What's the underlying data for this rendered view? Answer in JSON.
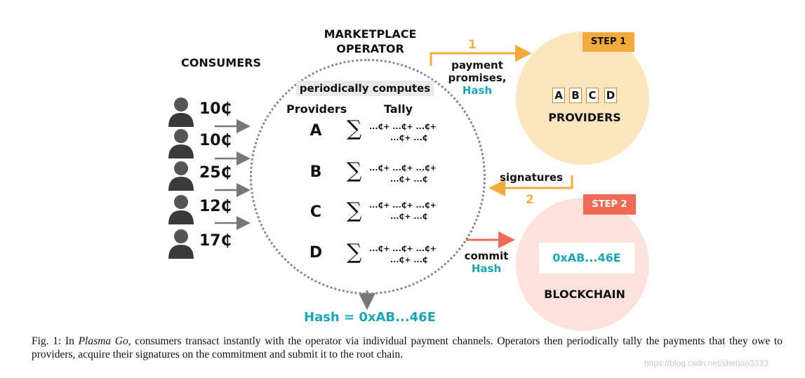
{
  "operator_title": [
    "MARKETPLACE",
    "OPERATOR"
  ],
  "consumers_title": "CONSUMERS",
  "consumers": [
    {
      "amount": "10₵"
    },
    {
      "amount": "10₵"
    },
    {
      "amount": "25₵"
    },
    {
      "amount": "12₵"
    },
    {
      "amount": "17₵"
    }
  ],
  "computes_label": "periodically computes",
  "columns": {
    "providers": "Providers",
    "tally": "Tally"
  },
  "provider_rows": [
    {
      "letter": "A",
      "sigma": "∑",
      "tally_line1": "...₵+ ...₵+ ...₵+",
      "tally_line2": "...₵+ ...₵"
    },
    {
      "letter": "B",
      "sigma": "∑",
      "tally_line1": "...₵+ ...₵+ ...₵+",
      "tally_line2": "...₵+ ...₵"
    },
    {
      "letter": "C",
      "sigma": "∑",
      "tally_line1": "...₵+ ...₵+ ...₵+",
      "tally_line2": "...₵+ ...₵"
    },
    {
      "letter": "D",
      "sigma": "∑",
      "tally_line1": "...₵+ ...₵+ ...₵+",
      "tally_line2": "...₵+ ...₵"
    }
  ],
  "hash_result": "Hash = 0xAB...46E",
  "step1": {
    "badge": "STEP 1",
    "number": "1",
    "label_line1": "payment",
    "label_line2": "promises,",
    "label_line3": "Hash"
  },
  "providers_box": {
    "letters": [
      "A",
      "B",
      "C",
      "D"
    ],
    "label": "PROVIDERS"
  },
  "step2": {
    "badge": "STEP 2",
    "number": "2",
    "label": "signatures"
  },
  "commit": {
    "line1": "commit",
    "line2": "Hash"
  },
  "blockchain_box": {
    "hash": "0xAB...46E",
    "label": "BLOCKCHAIN"
  },
  "caption": {
    "prefix": "Fig. 1: In ",
    "italic": "Plasma Go",
    "rest": ", consumers transact instantly with the operator via individual payment channels. Operators then periodically tally the payments that they owe to providers, acquire their signatures on the commitment and submit it to the root chain."
  },
  "watermark": "https://blog.csdn.net/shebao3333",
  "colors": {
    "teal": "#1aa7b3",
    "step1_orange": "#f4a93c",
    "step2_red": "#f06b55",
    "providers_fill": "#fde5bf",
    "blockchain_fill": "#fde2dc",
    "person_gray": "#3a3a3a"
  }
}
